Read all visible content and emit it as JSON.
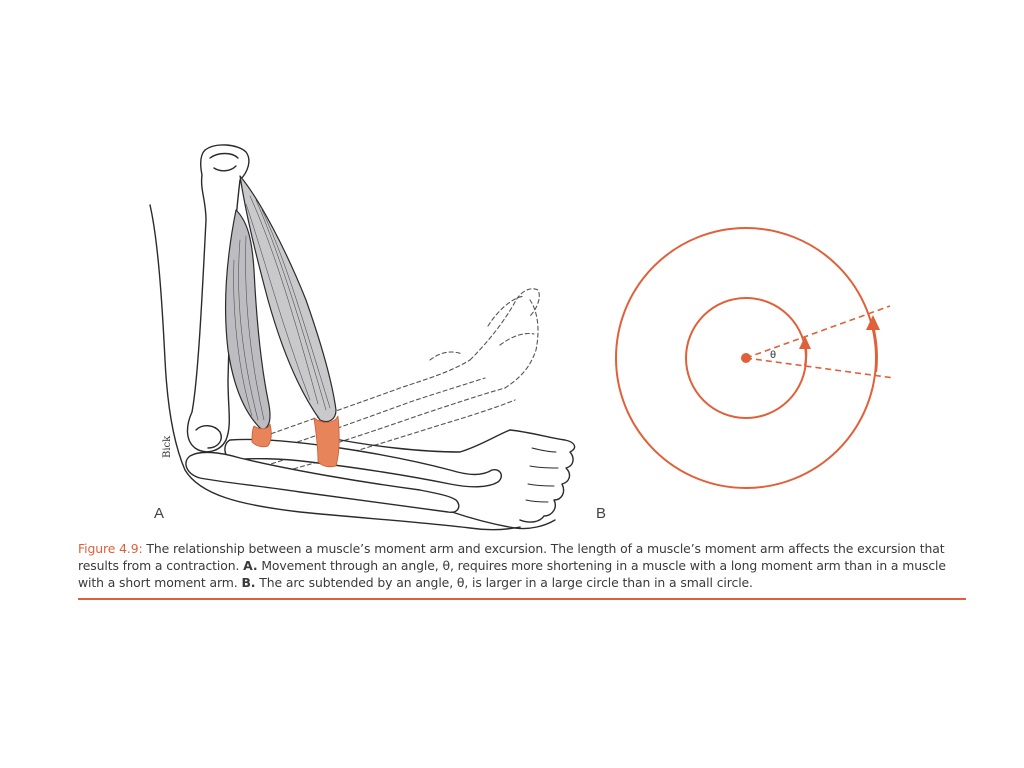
{
  "figure": {
    "panel_a_label": "A",
    "panel_b_label": "B",
    "theta_symbol": "θ",
    "artist_signature": "Bick",
    "caption": {
      "figure_number": "Figure 4.9:",
      "sentence_1": " The relationship between a muscle’s moment arm and excursion. The length of a muscle’s moment arm affects the excursion that results from a contraction. ",
      "part_a_label": "A.",
      "part_a_text": " Movement through an angle, θ, requires more shortening in a muscle with a long moment arm than in a muscle with a short moment arm. ",
      "part_b_label": "B.",
      "part_b_text": " The arc subtended by an angle, θ, is larger in a large circle than in a small circle."
    }
  },
  "colors": {
    "accent": "#e0603a",
    "muscle_fill": "#c9c9cc",
    "tendon_fill": "#e8845a",
    "line": "#2b2b2b"
  }
}
